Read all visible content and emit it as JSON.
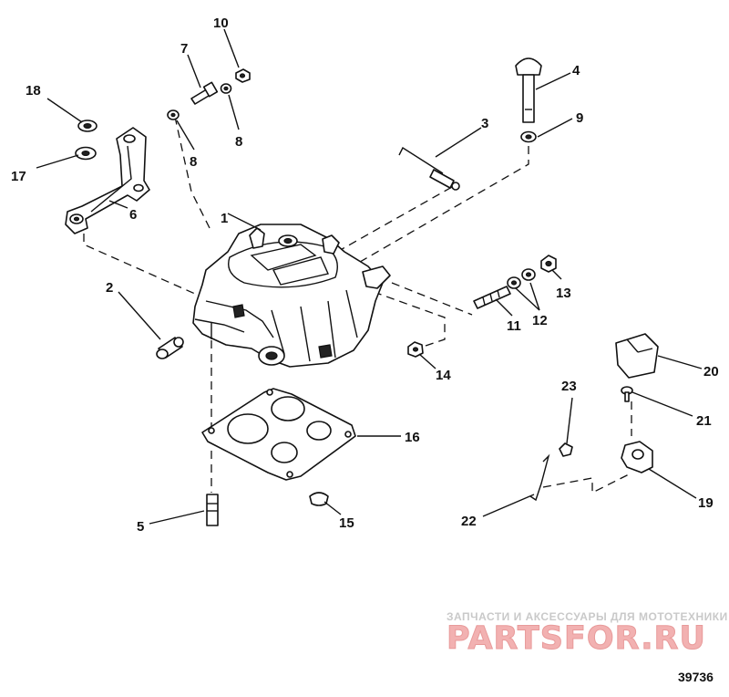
{
  "diagram": {
    "callouts": [
      "1",
      "2",
      "3",
      "4",
      "5",
      "6",
      "7",
      "8",
      "8",
      "9",
      "10",
      "11",
      "12",
      "13",
      "14",
      "15",
      "16",
      "17",
      "18",
      "19",
      "20",
      "21",
      "22",
      "23"
    ],
    "figure_number": "39736"
  },
  "watermark": {
    "tagline": "ЗАПЧАСТИ И АКСЕССУАРЫ ДЛЯ МОТОТЕХНИКИ",
    "brand": "PARTSFOR.RU"
  }
}
